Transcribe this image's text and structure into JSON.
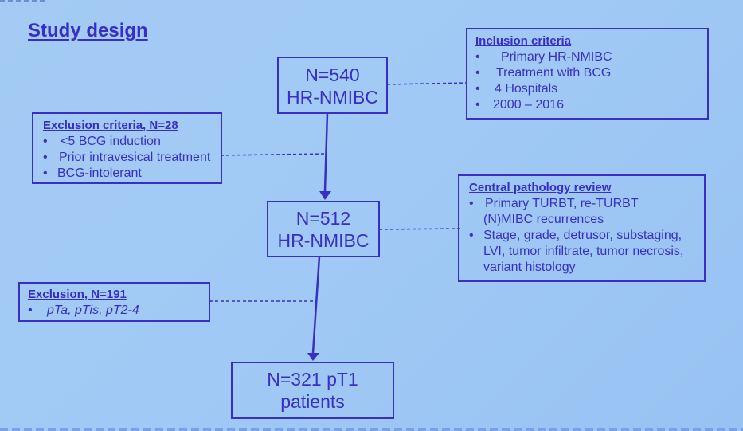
{
  "slide": {
    "title": "Study design",
    "colors": {
      "ink": "#3a2fc4",
      "background": "#a0c9f5"
    }
  },
  "flow": {
    "step1": {
      "line1": "N=540",
      "line2": "HR-NMIBC"
    },
    "step2": {
      "line1": "N=512",
      "line2": "HR-NMIBC"
    },
    "step3": {
      "line1": "N=321 pT1",
      "line2": "patients"
    }
  },
  "inclusion": {
    "heading": "Inclusion criteria",
    "items": [
      "Primary HR-NMIBC",
      "Treatment with BCG",
      "4 Hospitals",
      "2000 – 2016"
    ]
  },
  "exclusion1": {
    "heading": "Exclusion criteria, N=28",
    "items": [
      "<5 BCG induction",
      "Prior intravesical treatment",
      "BCG-intolerant"
    ]
  },
  "pathology": {
    "heading": "Central pathology review",
    "items": [
      "Primary TURBT, re-TURBT",
      "(N)MIBC recurrences",
      "Stage, grade, detrusor, substaging,",
      "LVI, tumor infiltrate, tumor necrosis,",
      "variant histology"
    ]
  },
  "exclusion2": {
    "heading": "Exclusion, N=191",
    "items": [
      "pTa, pTis, pT2-4"
    ]
  },
  "bullet": "•"
}
